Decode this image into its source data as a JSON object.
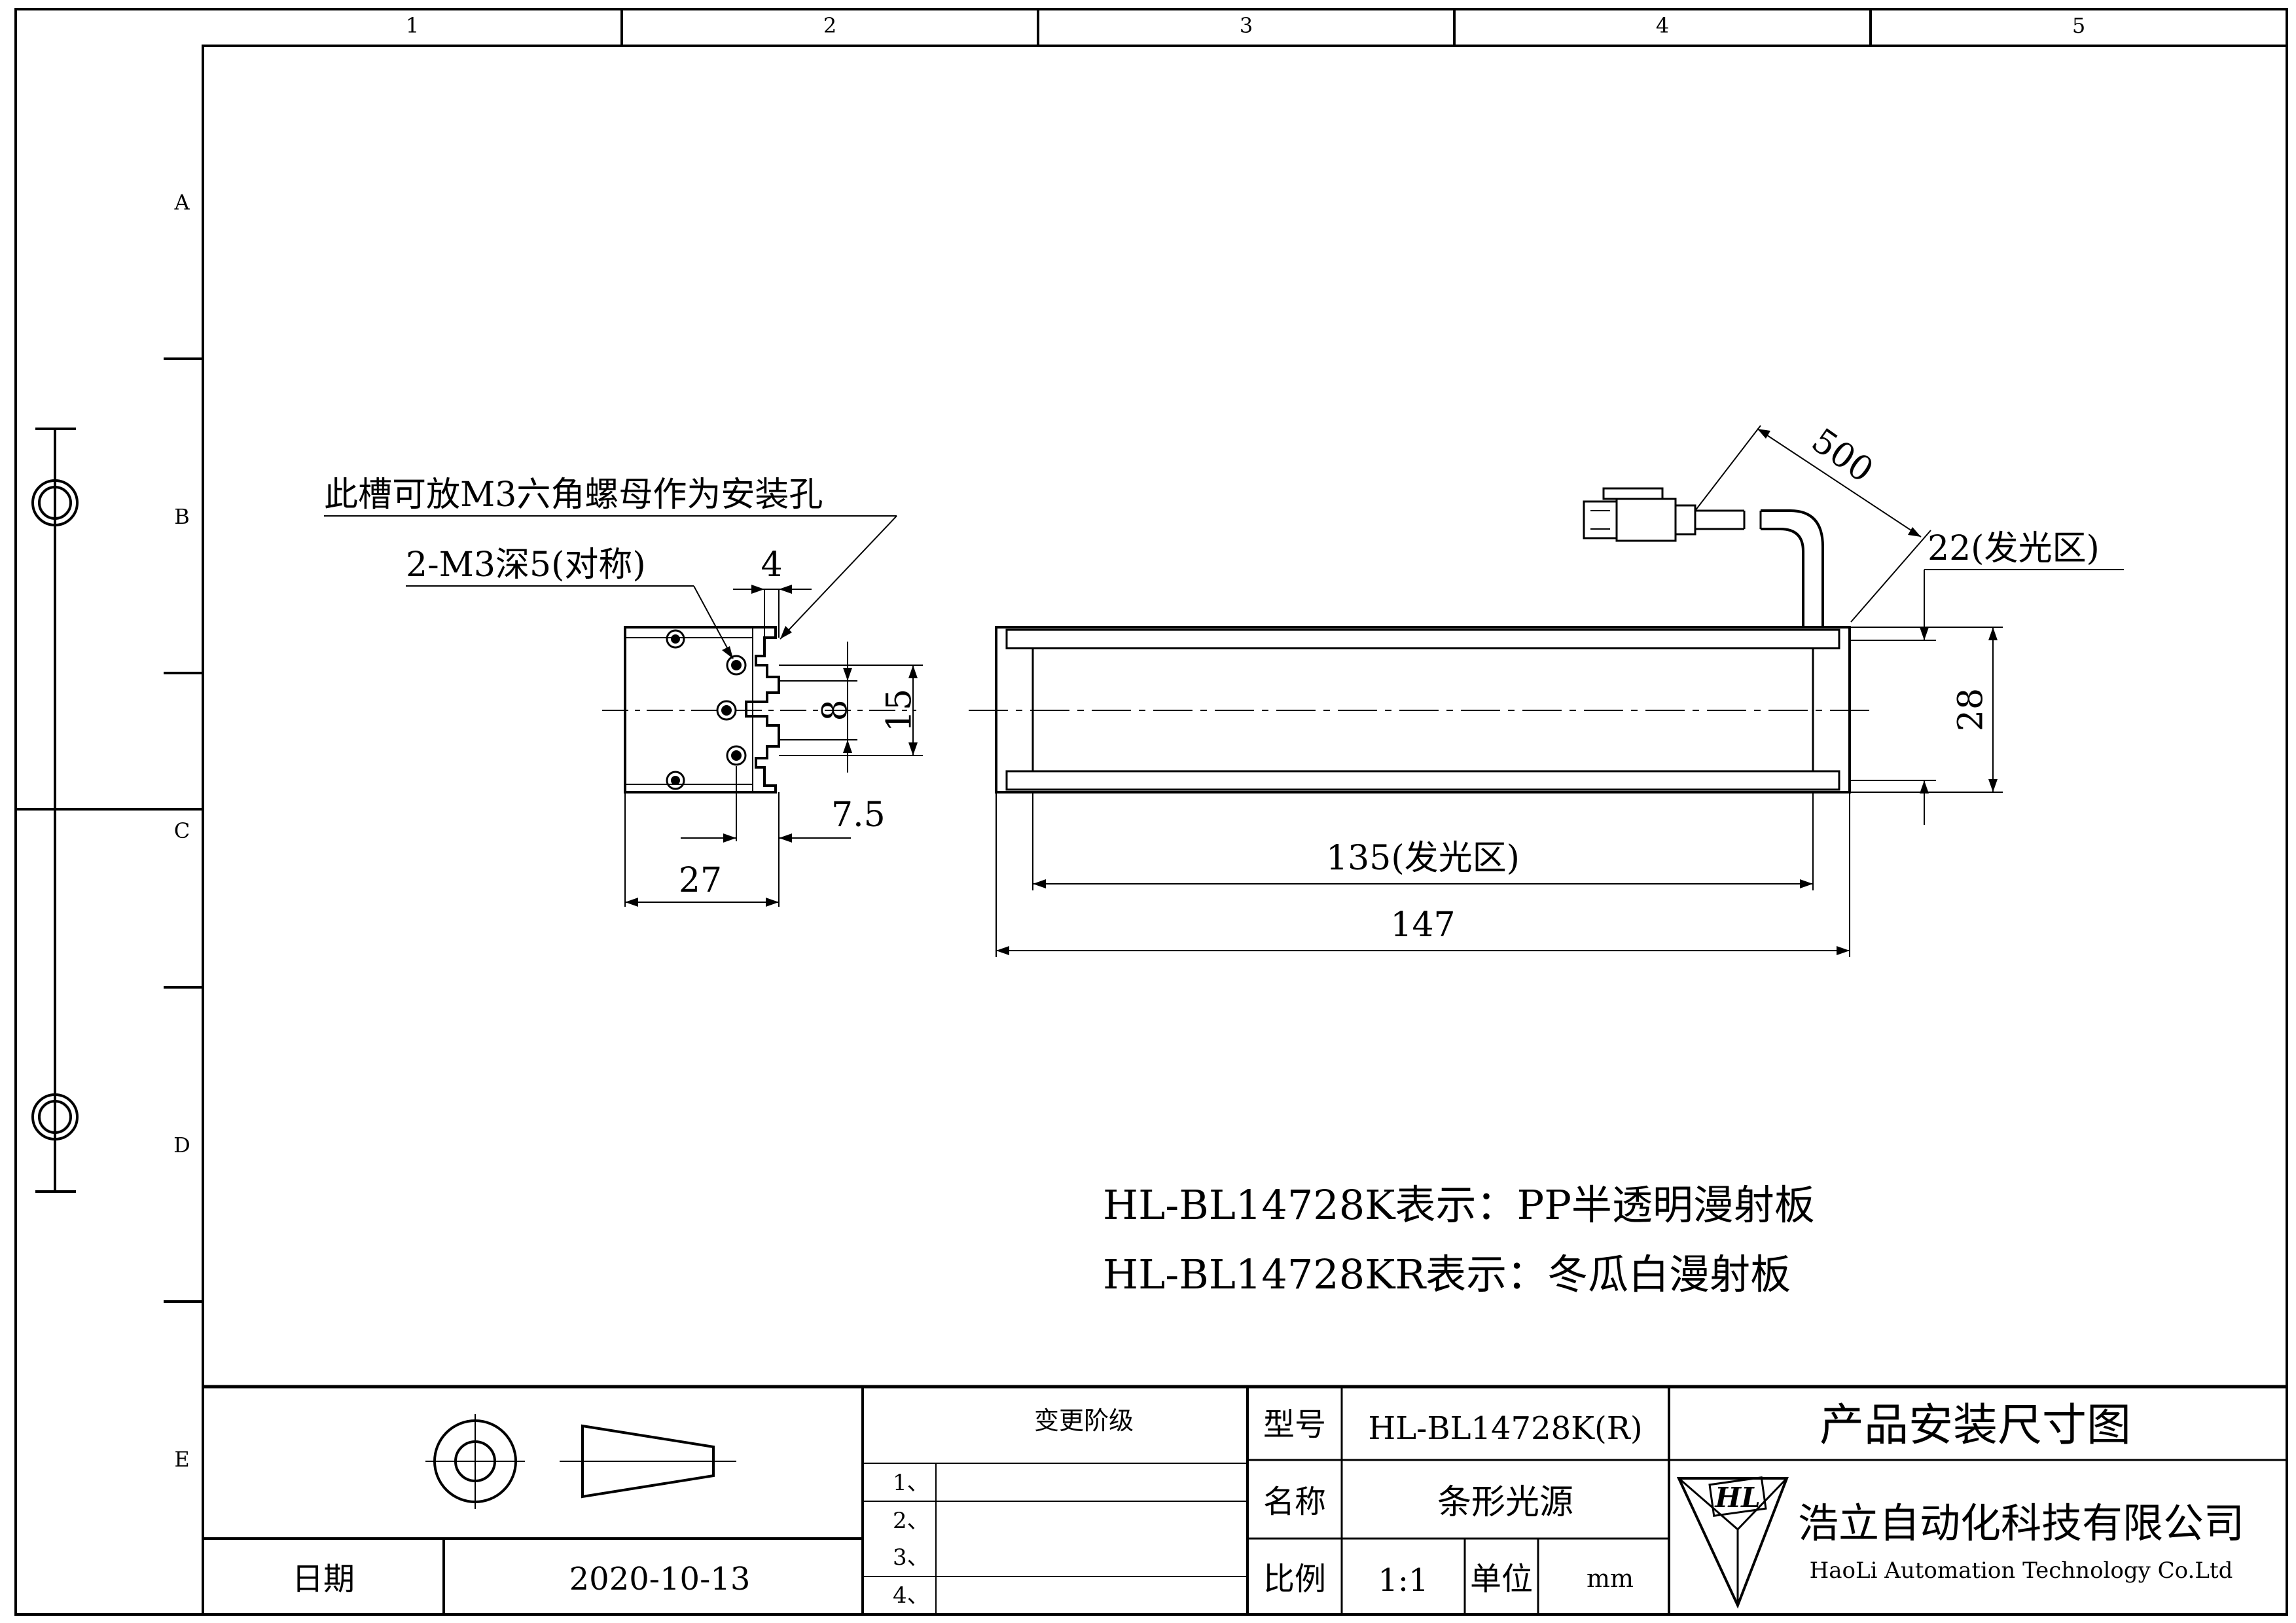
{
  "frame": {
    "columns": [
      "1",
      "2",
      "3",
      "4",
      "5"
    ],
    "rows": [
      "A",
      "B",
      "C",
      "D",
      "E"
    ]
  },
  "side_view": {
    "note_slot": "此槽可放M3六角螺母作为安装孔",
    "note_holes": "2-M3深5(对称)",
    "dim_slot_width": "4",
    "dim_pitch": "8",
    "dim_15": "15",
    "dim_7_5": "7.5",
    "dim_27": "27"
  },
  "front_view": {
    "dim_cable": "500",
    "dim_emit_width": "22(发光区)",
    "dim_height": "28",
    "dim_emit_length": "135(发光区)",
    "dim_length": "147"
  },
  "notes": [
    "HL-BL14728K表示：PP半透明漫射板",
    "HL-BL14728KR表示：冬瓜白漫射板"
  ],
  "title_block": {
    "revision_header": "变更阶级",
    "revisions": [
      "1、",
      "2、",
      "3、",
      "4、"
    ],
    "date_label": "日期",
    "date_value": "2020-10-13",
    "model_label": "型号",
    "model_value": "HL-BL14728K(R)",
    "name_label": "名称",
    "name_value": "条形光源",
    "scale_label": "比例",
    "scale_value": "1:1",
    "unit_label": "单位",
    "unit_value": "mm",
    "drawing_title": "产品安装尺寸图",
    "company_name": "浩立自动化科技有限公司",
    "company_english": "HaoLi Automation Technology Co.Ltd",
    "logo_text": "HL"
  }
}
